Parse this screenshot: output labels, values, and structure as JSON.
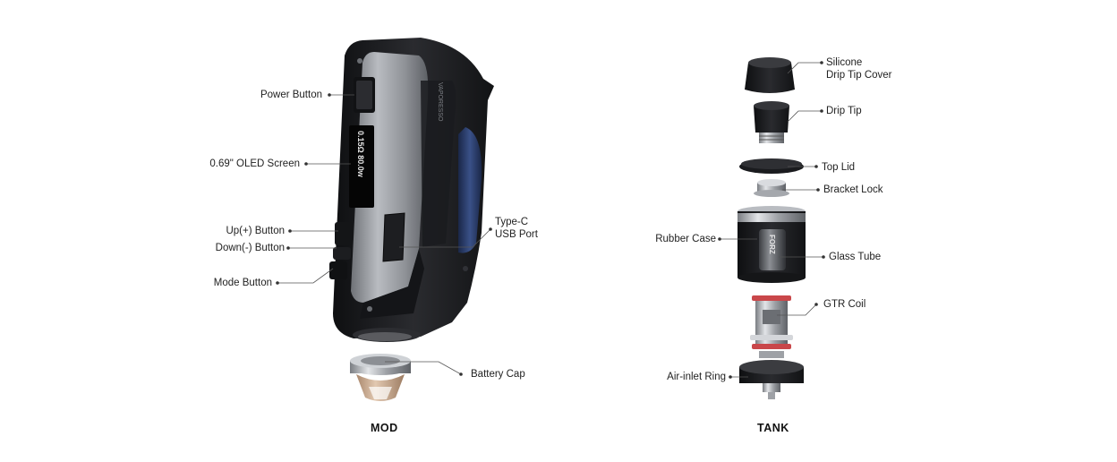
{
  "mod": {
    "caption": "MOD",
    "brand_mark": "VAPORESSO",
    "screen_readout": "0.15Ω 80.0w",
    "labels": {
      "power_button": "Power Button",
      "oled_screen": "0.69\" OLED Screen",
      "up_button": "Up(+) Button",
      "down_button": "Down(-) Button",
      "mode_button": "Mode Button",
      "type_c_line1": "Type-C",
      "type_c_line2": "USB Port",
      "battery_cap": "Battery Cap"
    }
  },
  "tank": {
    "caption": "TANK",
    "glass_mark": "FORZ",
    "labels": {
      "drip_tip_cover_line1": "Silicone",
      "drip_tip_cover_line2": "Drip Tip Cover",
      "drip_tip": "Drip Tip",
      "top_lid": "Top Lid",
      "bracket_lock": "Bracket Lock",
      "rubber_case": "Rubber Case",
      "glass_tube": "Glass Tube",
      "gtr_coil": "GTR Coil",
      "air_inlet_ring": "Air-inlet Ring"
    }
  },
  "colors": {
    "body_dark": "#1b1c1f",
    "metal": "#8d9095",
    "accent_blue": "#2c3e6e",
    "copper_red": "#b8443c",
    "cap_bronze": "#c9a88c"
  }
}
